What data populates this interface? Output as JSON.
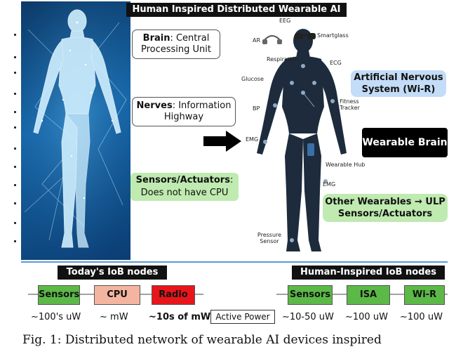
{
  "title": "Human Inspired Distributed Wearable AI",
  "callouts": {
    "brain": {
      "bold": "Brain",
      "text": ": Central Processing Unit"
    },
    "nerves": {
      "bold": "Nerves",
      "text": ": Information Highway"
    },
    "sensors": {
      "bold": "Sensors/Actuators",
      "text": ": Does not have CPU"
    },
    "ans": "Artificial Nervous System (Wi-R)",
    "wearable_brain": "Wearable Brain",
    "other_wearables": "Other Wearables → ULP Sensors/Actuators"
  },
  "body_labels": {
    "eeg": "EEG",
    "smartglass": "Smartglass",
    "ar": "AR",
    "respiration": "Respiration",
    "ecg": "ECG",
    "glucose": "Glucose",
    "bp": "BP",
    "fitness": "Fitness Tracker",
    "emg_left": "EMG",
    "wearable_hub": "Wearable Hub",
    "emg_right": "EMG",
    "pressure": "Pressure Sensor"
  },
  "todays": {
    "header": "Today's IoB nodes",
    "nodes": [
      "Sensors",
      "CPU",
      "Radio"
    ],
    "powers": [
      "~100's uW",
      "~ mW",
      "~10s of mW"
    ]
  },
  "legend": "Active Power",
  "human": {
    "header": "Human-Inspired IoB nodes",
    "nodes": [
      "Sensors",
      "ISA",
      "Wi-R"
    ],
    "powers": [
      "~10-50 uW",
      "~100 uW",
      "~100 uW"
    ]
  },
  "caption": "Fig. 1: Distributed network of wearable AI devices inspired",
  "colors": {
    "green_node": "#5cb947",
    "cpu_node": "#f4b5a0",
    "radio_node": "#e8161b",
    "light_green": "#bfeab0",
    "light_blue": "#c3dcf7"
  }
}
